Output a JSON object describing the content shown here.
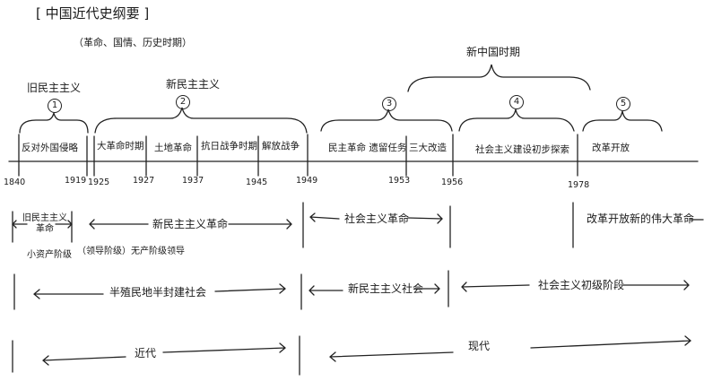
{
  "title": "[ 中国近代史纲要 ]",
  "subtitle": "（革命、国情、历史时期）",
  "groups": {
    "old_democratic": "旧民主主义",
    "new_democratic": "新民主主义",
    "new_china": "新中国时期"
  },
  "period_numbers": [
    "1",
    "2",
    "3",
    "4",
    "5"
  ],
  "segments": [
    "反对外国侵略",
    "大革命时期",
    "土地革命",
    "抗日战争时期",
    "解放战争",
    "民主革命 遗留任务",
    "三大改造",
    "社会主义建设初步探索",
    "改革开放"
  ],
  "years": [
    "1840",
    "1919",
    "1925",
    "1927",
    "1937",
    "1945",
    "1949",
    "1953",
    "1956",
    "1978"
  ],
  "revolution_row": {
    "old": "旧民主主义革命",
    "new": "新民主主义革命",
    "socialist": "社会主义革命",
    "reform": "改革开放新的伟大革命"
  },
  "note_row": {
    "left": "小资产阶级",
    "mid": "（领导阶级）",
    "right": "无产阶级领导"
  },
  "society_row": {
    "semi": "半殖民地半封建社会",
    "new_dem": "新民主主义社会",
    "primary": "社会主义初级阶段"
  },
  "era_row": {
    "modern": "近代",
    "contemporary": "现代"
  }
}
